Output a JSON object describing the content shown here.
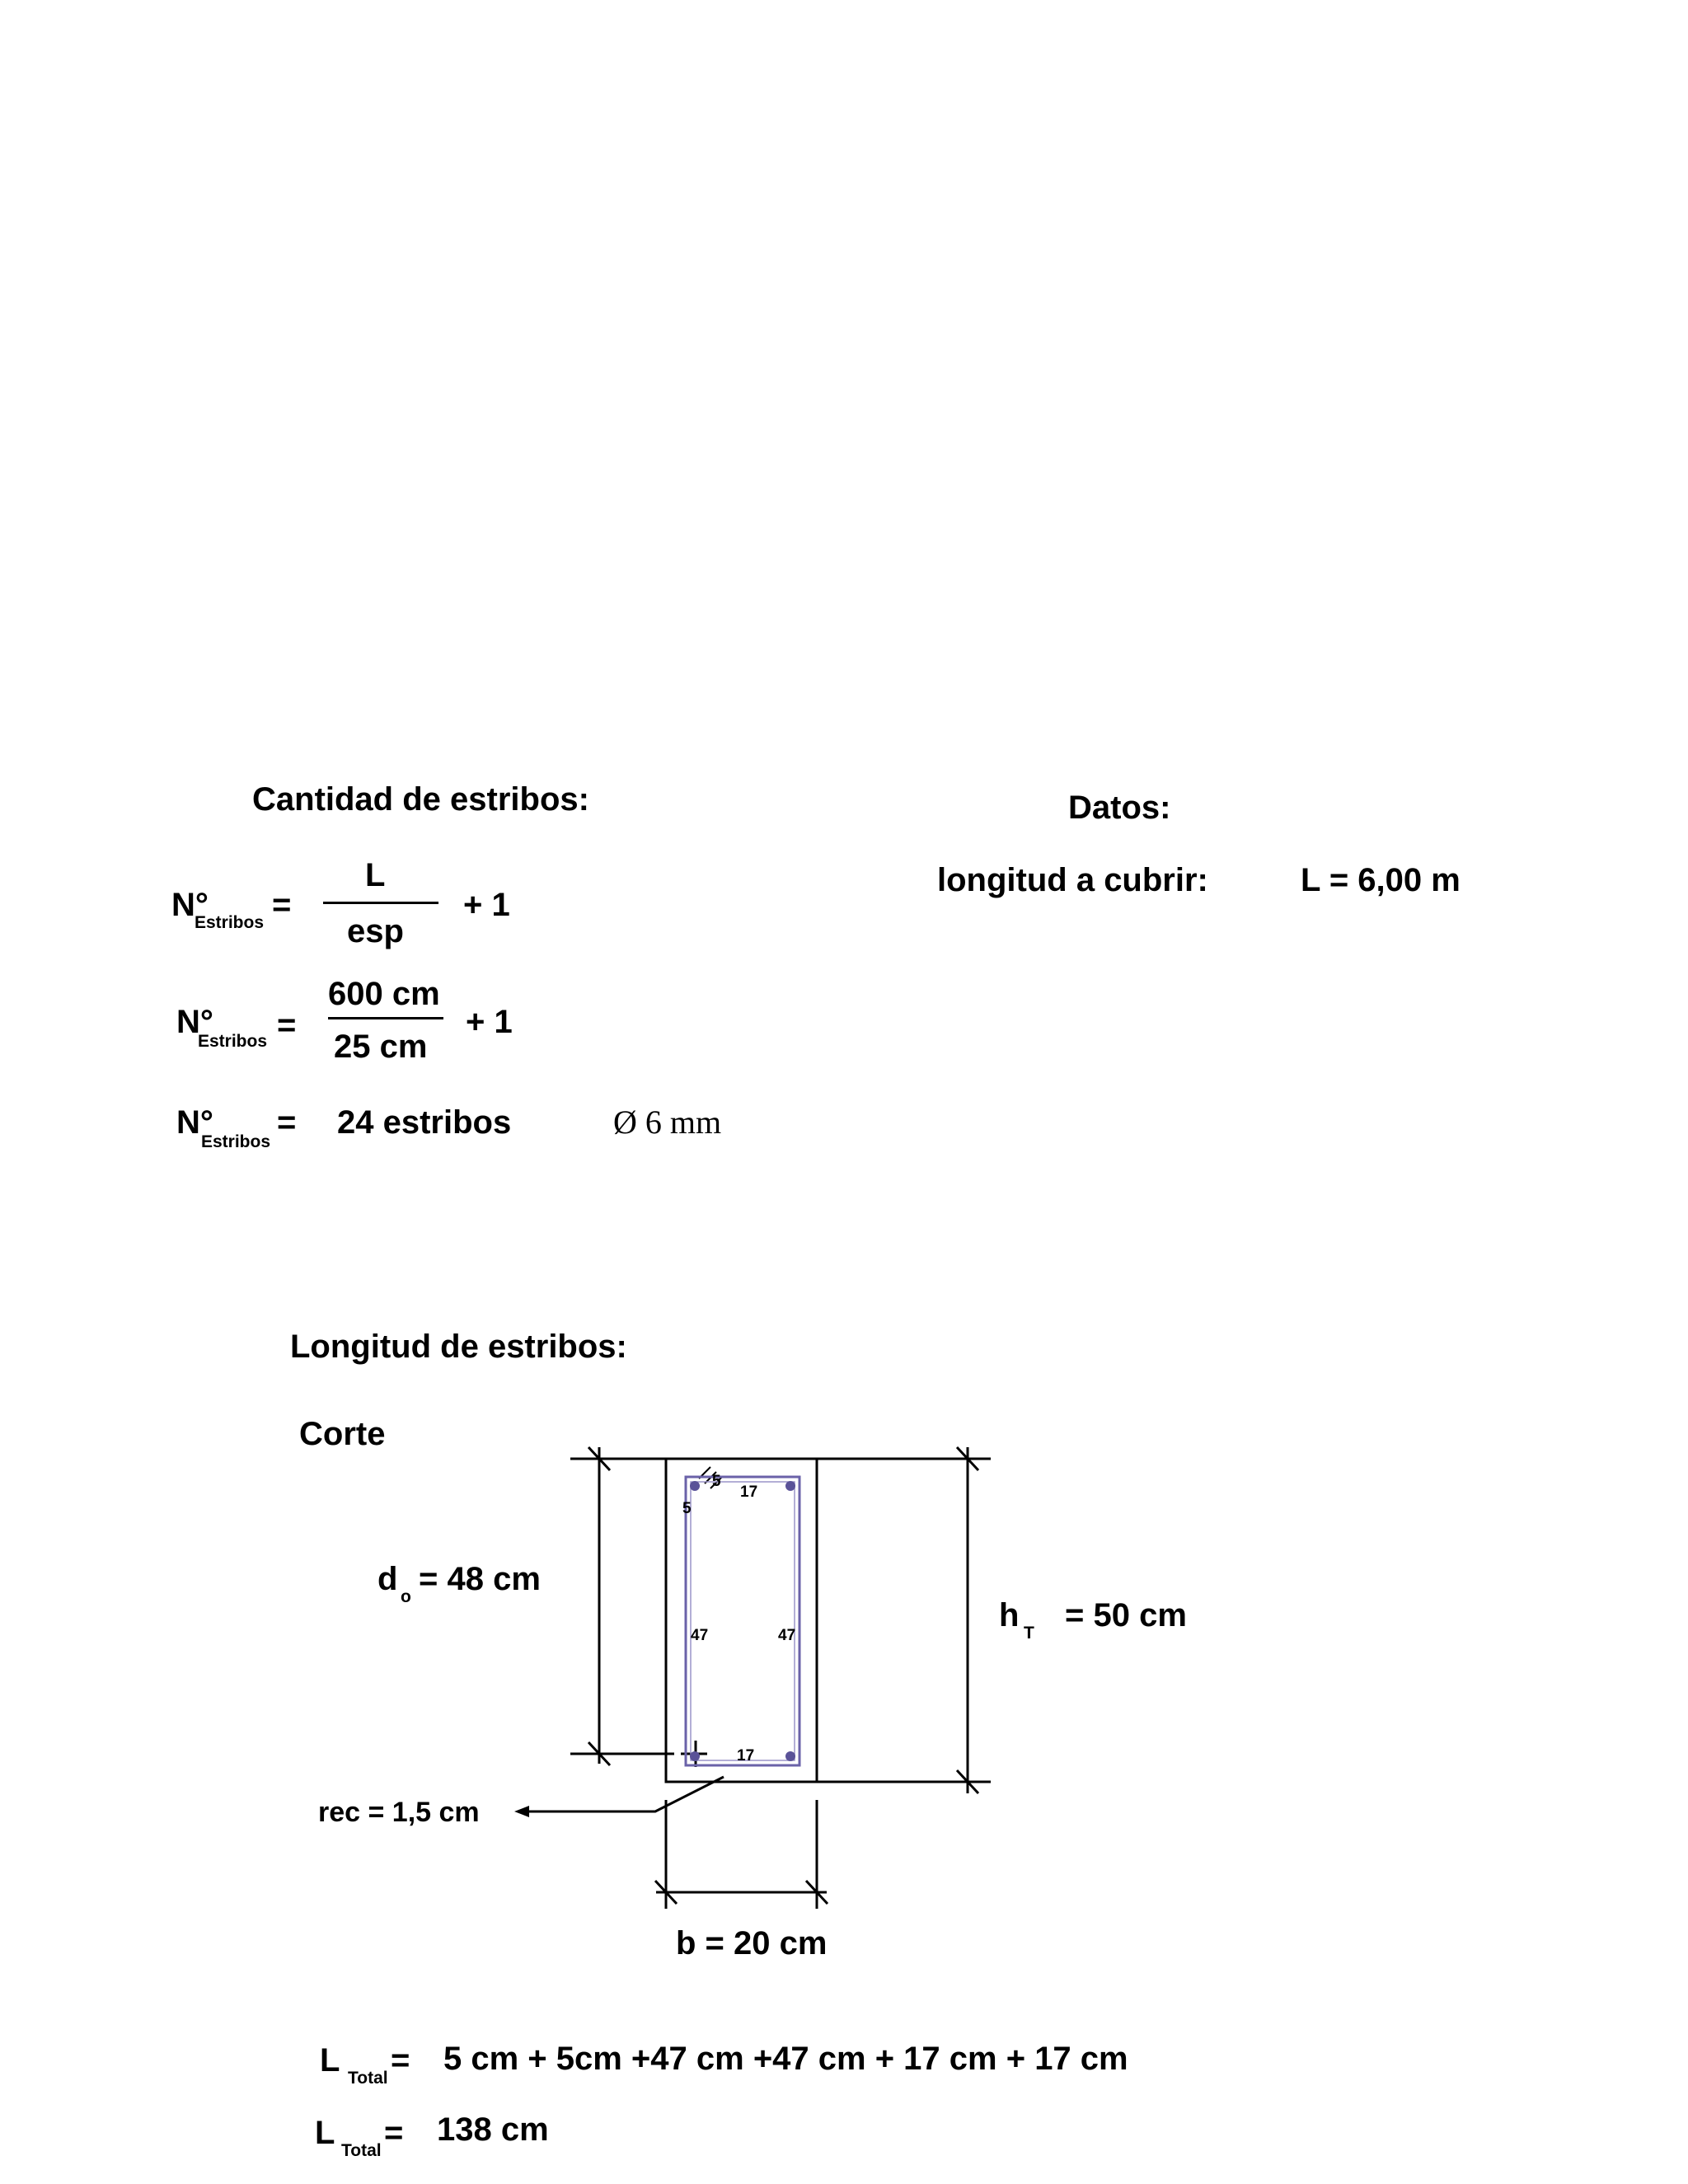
{
  "cantidad": {
    "heading": "Cantidad de estribos:",
    "n_symbol": "N°",
    "n_sub": "Estribos",
    "eq": "=",
    "formula": {
      "numerator": "L",
      "denominator": "esp",
      "plus": "+  1"
    },
    "substituted": {
      "numerator": "600 cm",
      "denominator": "25 cm",
      "plus": "+  1"
    },
    "result": "24  estribos",
    "diameter": "Ø   6  mm"
  },
  "datos": {
    "heading": "Datos:",
    "label": "longitud a cubrir:",
    "value": "L  =  6,00 m"
  },
  "longitud": {
    "heading": "Longitud de estribos:",
    "corte": "Corte",
    "d_label": "d",
    "d_sub": "o",
    "d_value": "= 48 cm",
    "h_label": "h",
    "h_sub": "T",
    "h_value": "=  50 cm",
    "rec": "rec = 1,5 cm",
    "b": "b = 20 cm",
    "dims": {
      "top_hook_a": "5",
      "top_hook_b": "5",
      "top": "17",
      "left": "47",
      "right": "47",
      "bottom": "17"
    },
    "ltotal_label": "L",
    "ltotal_sub": "Total",
    "ltotal_eq": "=",
    "ltotal_expr": "5 cm + 5cm +47 cm +47 cm + 17 cm + 17 cm",
    "ltotal_result": "138  cm"
  },
  "colors": {
    "stirrup": "#6a62a8",
    "line": "#000000"
  }
}
